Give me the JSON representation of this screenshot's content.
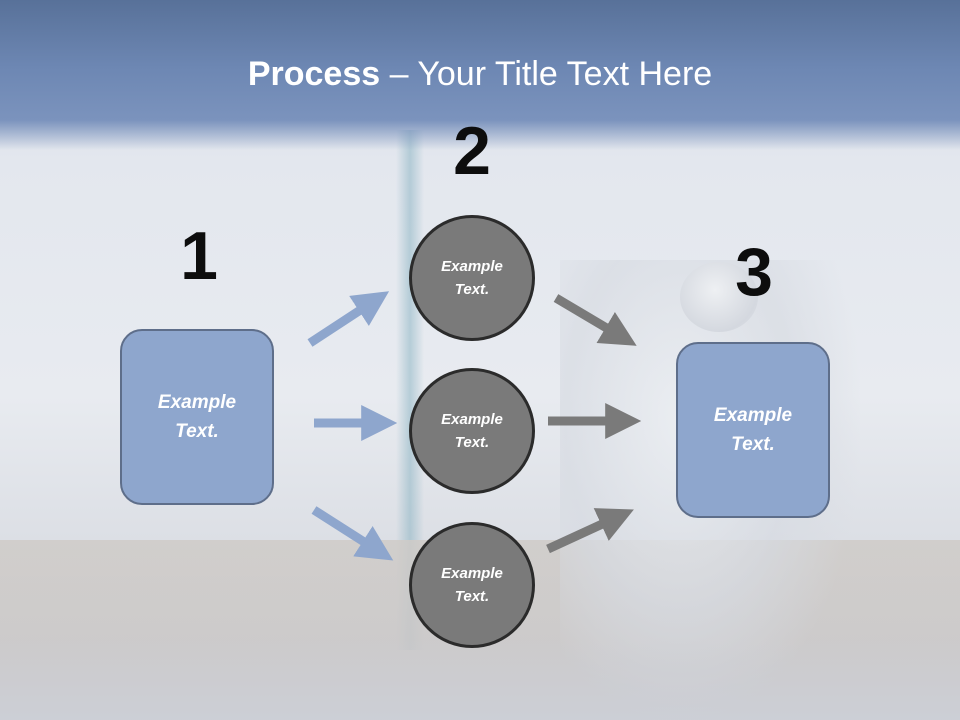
{
  "slide": {
    "title_bold": "Process",
    "title_rest": " – Your Title Text Here",
    "steps": {
      "one": "1",
      "two": "2",
      "three": "3"
    },
    "box_left_text": "Example Text.",
    "box_right_text": "Example Text.",
    "circles": [
      {
        "text": "Example Text."
      },
      {
        "text": "Example Text."
      },
      {
        "text": "Example Text."
      }
    ]
  },
  "colors": {
    "title_band": "#6d87b3",
    "box_fill": "#8ea6cd",
    "circle_fill": "#7a7a7a",
    "arrow_blue": "#8ea6cd",
    "arrow_gray": "#7a7a7a"
  }
}
